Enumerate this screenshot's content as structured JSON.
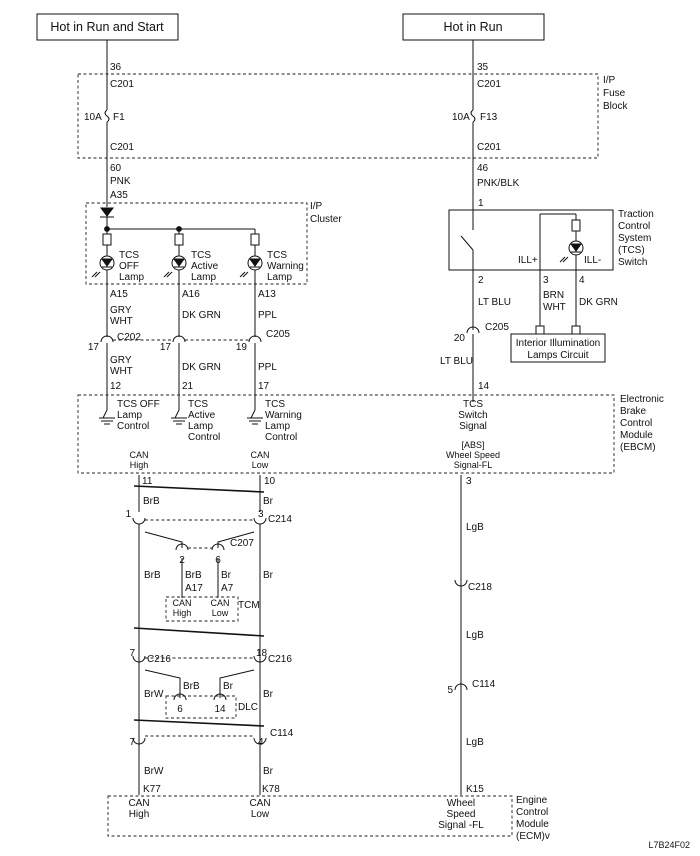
{
  "power": {
    "left_label": "Hot in Run and Start",
    "right_label": "Hot in Run"
  },
  "fuse_block": {
    "name_line1": "I/P",
    "name_line2": "Fuse",
    "name_line3": "Block",
    "left": {
      "pin_in": "36",
      "conn_in": "C201",
      "rating": "10A",
      "fuse": "F1",
      "conn_out": "C201",
      "pin_out": "60",
      "wire": "PNK",
      "pin_next": "A35"
    },
    "right": {
      "pin_in": "35",
      "conn_in": "C201",
      "rating": "10A",
      "fuse": "F13",
      "conn_out": "C201",
      "pin_out": "46",
      "wire": "PNK/BLK"
    }
  },
  "cluster": {
    "name_line1": "I/P",
    "name_line2": "Cluster",
    "lamps": [
      {
        "line1": "TCS",
        "line2": "OFF",
        "line3": "Lamp",
        "pin": "A15",
        "wire1": "GRY",
        "wire2": "WHT"
      },
      {
        "line1": "TCS",
        "line2": "Active",
        "line3": "Lamp",
        "pin": "A16",
        "wire1": "DK GRN",
        "wire2": ""
      },
      {
        "line1": "TCS",
        "line2": "Warning",
        "line3": "Lamp",
        "pin": "A13",
        "wire1": "PPL",
        "wire2": ""
      }
    ]
  },
  "tcs_switch": {
    "name_line1": "Traction",
    "name_line2": "Control",
    "name_line3": "System",
    "name_line4": "(TCS)",
    "name_line5": "Switch",
    "pin1": "1",
    "pin2": "2",
    "pin3": "3",
    "pin4": "4",
    "ill_plus": "ILL+",
    "ill_minus": "ILL-",
    "wire2": "LT BLU",
    "wire3_line1": "BRN",
    "wire3_line2": "WHT",
    "wire4": "DK GRN",
    "illum_line1": "Interior Illumination",
    "illum_line2": "Lamps Circuit"
  },
  "c202": {
    "name": "C202",
    "pin": "17"
  },
  "c205": {
    "name": "C205",
    "pin_active": "17",
    "pin_warning": "19",
    "name2": "C205",
    "pin_switch": "20"
  },
  "below_c202": {
    "off_wire1": "GRY",
    "off_wire2": "WHT",
    "off_pin": "12",
    "active_wire": "DK GRN",
    "active_pin": "21",
    "warning_wire": "PPL",
    "warning_pin": "17",
    "switch_wire": "LT BLU",
    "switch_pin": "14"
  },
  "ebcm": {
    "name_line1": "Electronic",
    "name_line2": "Brake",
    "name_line3": "Control",
    "name_line4": "Module",
    "name_line5": "(EBCM)",
    "off_ctrl_1": "TCS OFF",
    "off_ctrl_2": "Lamp",
    "off_ctrl_3": "Control",
    "act_ctrl_1": "TCS",
    "act_ctrl_2": "Active",
    "act_ctrl_3": "Lamp",
    "act_ctrl_4": "Control",
    "warn_ctrl_1": "TCS",
    "warn_ctrl_2": "Warning",
    "warn_ctrl_3": "Lamp",
    "warn_ctrl_4": "Control",
    "sw_sig_1": "TCS",
    "sw_sig_2": "Switch",
    "sw_sig_3": "Signal",
    "can_high_1": "CAN",
    "can_high_2": "High",
    "can_low_1": "CAN",
    "can_low_2": "Low",
    "abs_1": "[ABS]",
    "abs_2": "Wheel Speed",
    "abs_3": "Signal-FL",
    "pin_high": "11",
    "pin_low": "10",
    "pin_ws": "3"
  },
  "can_wiring": {
    "brb": "BrB",
    "br": "Br",
    "brw": "BrW",
    "lgb": "LgB",
    "c214": "C214",
    "c214_pin1": "1",
    "c214_pin3": "3",
    "c207": "C207",
    "c207_pin2": "2",
    "c207_pin6": "6",
    "tcm_pin_a17": "A17",
    "tcm_pin_a7": "A7",
    "tcm_high_1": "CAN",
    "tcm_high_2": "High",
    "tcm_low_1": "CAN",
    "tcm_low_2": "Low",
    "tcm": "TCM",
    "c216": "C216",
    "c216_pin7": "7",
    "c216_pin18": "18",
    "dlc": "DLC",
    "dlc_pin6": "6",
    "dlc_pin14": "14",
    "c114": "C114",
    "c114_pin7": "7",
    "c114_pin4": "4",
    "c218": "C218",
    "c114_ws": "C114",
    "c114_ws_pin": "5"
  },
  "ecm": {
    "name_line1": "Engine",
    "name_line2": "Control",
    "name_line3": "Module",
    "name_line4": "(ECM)v",
    "can_high_1": "CAN",
    "can_high_2": "High",
    "pin_high": "K77",
    "can_low_1": "CAN",
    "can_low_2": "Low",
    "pin_low": "K78",
    "ws_1": "Wheel",
    "ws_2": "Speed",
    "ws_3": "Signal -FL",
    "pin_ws": "K15"
  },
  "figure_code": "L7B24F02"
}
